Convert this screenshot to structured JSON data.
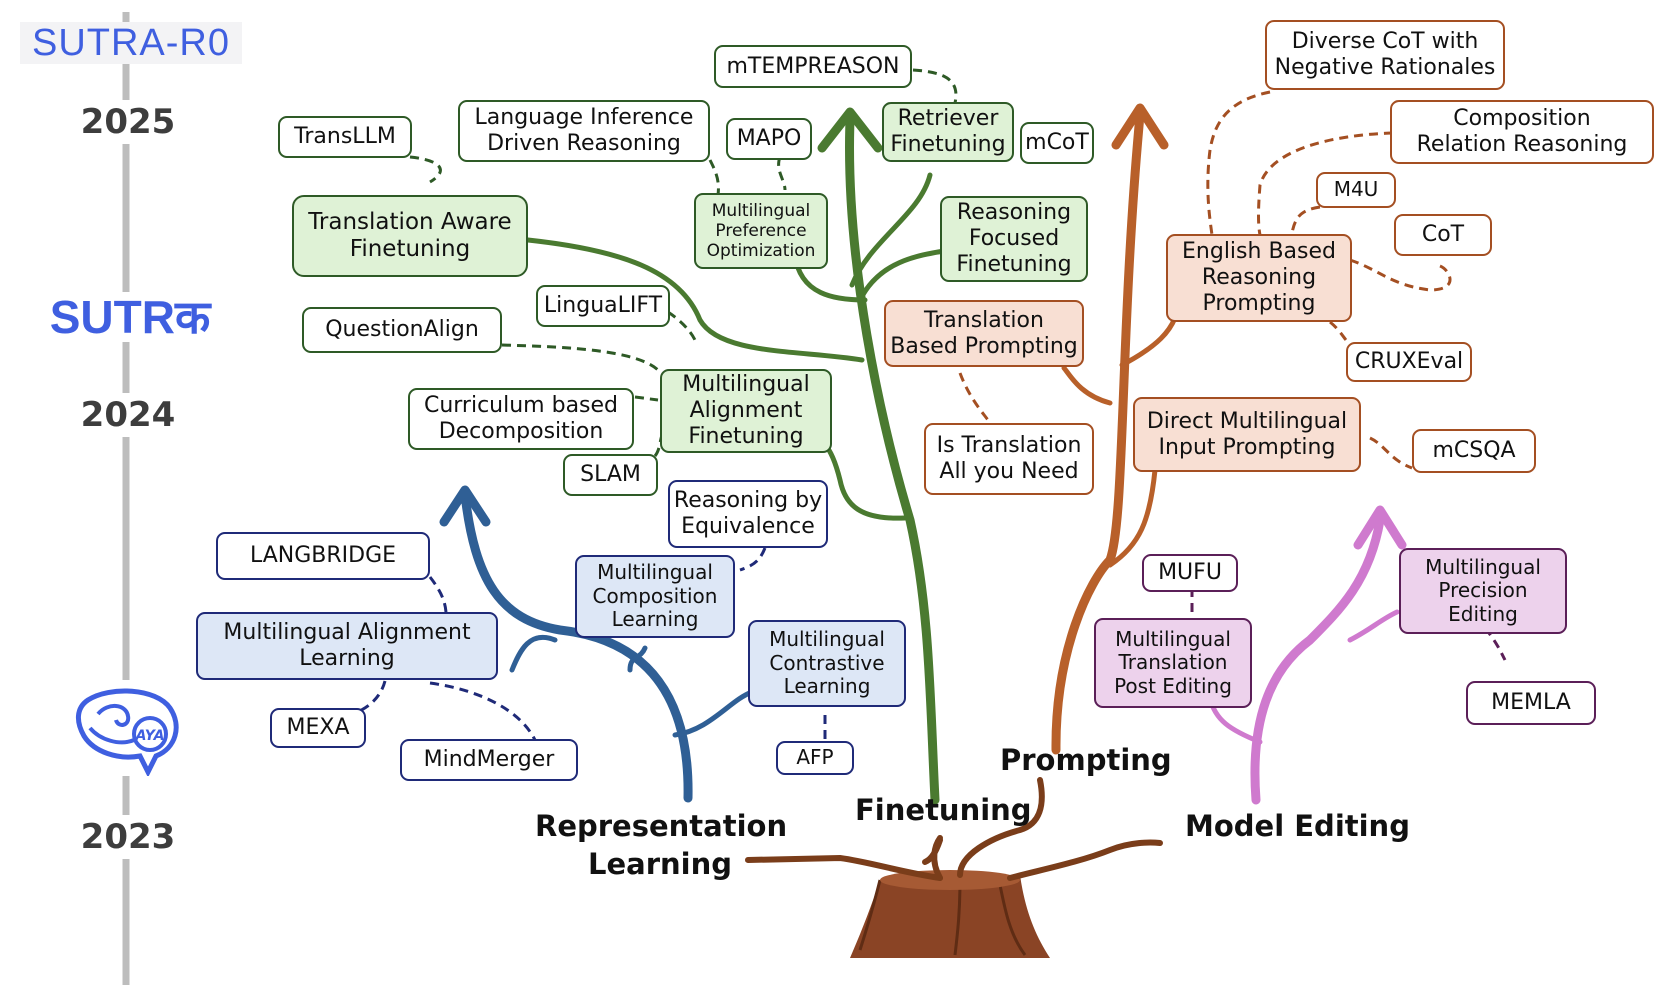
{
  "timeline": {
    "logo_top": "SUTRA-R0",
    "logo_mid": "SUTRक",
    "logo_bottom_icon": "aya-logo",
    "logo_bottom_text": "AYA",
    "years": [
      "2025",
      "2024",
      "2023"
    ]
  },
  "categories": {
    "representation": [
      "Representation",
      "Learning"
    ],
    "finetuning": "Finetuning",
    "prompting": "Prompting",
    "model_editing": "Model Editing"
  },
  "colors": {
    "finetuning": "#4a7a30",
    "representation": "#2f5f95",
    "prompting": "#b8602a",
    "model_editing": "#cf7ace",
    "trunk": "#7a3d1a"
  },
  "finetuning_nodes": {
    "mtempreason": "mTEMPREASON",
    "retriever_finetuning": [
      "Retriever",
      "Finetuning"
    ],
    "mcot": "mCoT",
    "reasoning_focused_finetuning": [
      "Reasoning",
      "Focused",
      "Finetuning"
    ],
    "language_inference": [
      "Language Inference",
      "Driven Reasoning"
    ],
    "mapo": "MAPO",
    "multilingual_preference_optimization": [
      "Multilingual",
      "Preference",
      "Optimization"
    ],
    "transllm": "TransLLM",
    "translation_aware_finetuning": [
      "Translation Aware",
      "Finetuning"
    ],
    "lingualift": "LinguaLIFT",
    "questionalign": "QuestionAlign",
    "multilingual_alignment_finetuning": [
      "Multilingual",
      "Alignment",
      "Finetuning"
    ],
    "curriculum_decomposition": [
      "Curriculum based",
      "Decomposition"
    ],
    "slam": "SLAM"
  },
  "representation_nodes": {
    "reasoning_by_equivalence": [
      "Reasoning by",
      "Equivalence"
    ],
    "multilingual_composition_learning": [
      "Multilingual",
      "Composition",
      "Learning"
    ],
    "langbridge": "LANGBRIDGE",
    "multilingual_alignment_learning": [
      "Multilingual Alignment",
      "Learning"
    ],
    "mexa": "MEXA",
    "mindmerger": "MindMerger",
    "multilingual_contrastive_learning": [
      "Multilingual",
      "Contrastive",
      "Learning"
    ],
    "afp": "AFP"
  },
  "prompting_nodes": {
    "diverse_cot": [
      "Diverse CoT with",
      "Negative Rationales"
    ],
    "composition_relation_reasoning": [
      "Composition",
      "Relation Reasoning"
    ],
    "m4u": "M4U",
    "cot": "CoT",
    "english_based_reasoning_prompting": [
      "English Based",
      "Reasoning",
      "Prompting"
    ],
    "cruxeval": "CRUXEval",
    "translation_based_prompting": [
      "Translation",
      "Based Prompting"
    ],
    "is_translation_all_you_need": [
      "Is Translation",
      "All you Need"
    ],
    "direct_multilingual_input_prompting": [
      "Direct Multilingual",
      "Input Prompting"
    ],
    "mcsqa": "mCSQA"
  },
  "model_editing_nodes": {
    "mufu": "MUFU",
    "multilingual_translation_post_editing": [
      "Multilingual",
      "Translation",
      "Post Editing"
    ],
    "multilingual_precision_editing": [
      "Multilingual",
      "Precision",
      "Editing"
    ],
    "memla": "MEMLA"
  }
}
